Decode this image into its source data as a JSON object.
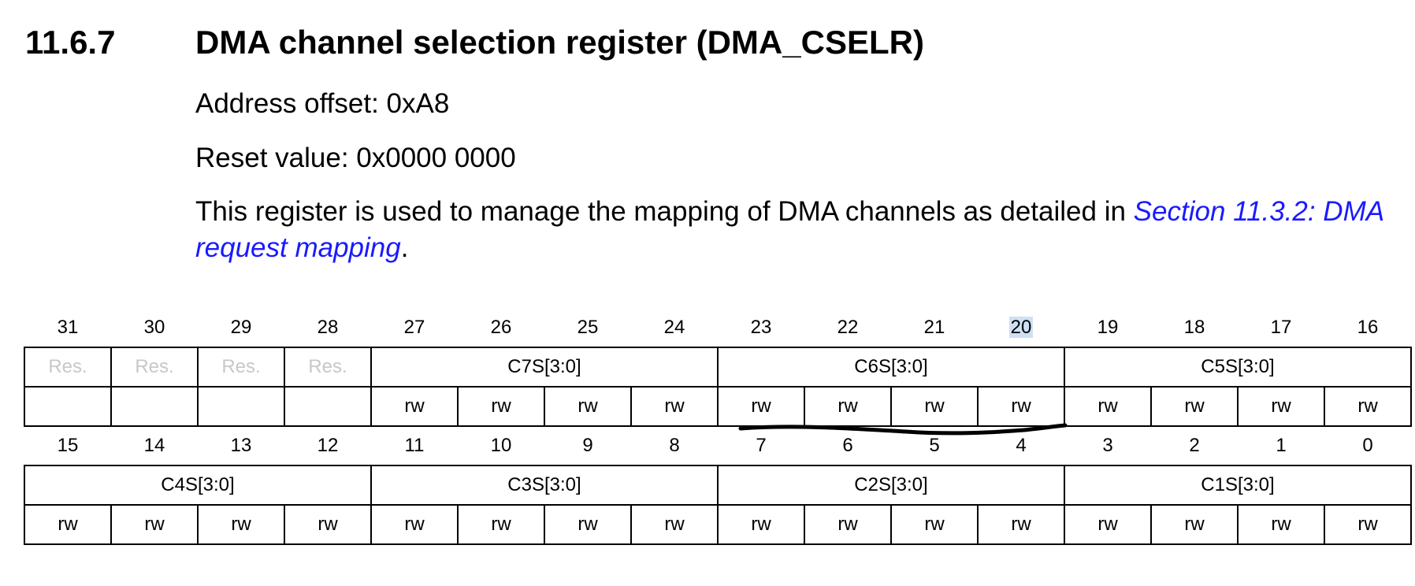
{
  "section": {
    "number": "11.6.7",
    "title": "DMA channel selection register (DMA_CSELR)"
  },
  "address_offset": "Address offset: 0xA8",
  "reset_value": "Reset value: 0x0000 0000",
  "description": {
    "text": "This register is used to manage the mapping of DMA channels as detailed in ",
    "link": "Section 11.3.2: DMA request mapping",
    "trailing": "."
  },
  "colors": {
    "link": "#1a1aff",
    "reserved_text": "#c8c8c8",
    "highlight": "#cfe0f5"
  },
  "highlighted_bit": "20",
  "register": {
    "upper": {
      "bits": [
        "31",
        "30",
        "29",
        "28",
        "27",
        "26",
        "25",
        "24",
        "23",
        "22",
        "21",
        "20",
        "19",
        "18",
        "17",
        "16"
      ],
      "fields": [
        {
          "label": "Res.",
          "span": 1,
          "reserved": true
        },
        {
          "label": "Res.",
          "span": 1,
          "reserved": true
        },
        {
          "label": "Res.",
          "span": 1,
          "reserved": true
        },
        {
          "label": "Res.",
          "span": 1,
          "reserved": true
        },
        {
          "label": "C7S[3:0]",
          "span": 4,
          "reserved": false
        },
        {
          "label": "C6S[3:0]",
          "span": 4,
          "reserved": false
        },
        {
          "label": "C5S[3:0]",
          "span": 4,
          "reserved": false
        }
      ],
      "access": [
        "",
        "",
        "",
        "",
        "rw",
        "rw",
        "rw",
        "rw",
        "rw",
        "rw",
        "rw",
        "rw",
        "rw",
        "rw",
        "rw",
        "rw"
      ]
    },
    "lower": {
      "bits": [
        "15",
        "14",
        "13",
        "12",
        "11",
        "10",
        "9",
        "8",
        "7",
        "6",
        "5",
        "4",
        "3",
        "2",
        "1",
        "0"
      ],
      "fields": [
        {
          "label": "C4S[3:0]",
          "span": 4,
          "reserved": false
        },
        {
          "label": "C3S[3:0]",
          "span": 4,
          "reserved": false
        },
        {
          "label": "C2S[3:0]",
          "span": 4,
          "reserved": false
        },
        {
          "label": "C1S[3:0]",
          "span": 4,
          "reserved": false
        }
      ],
      "access": [
        "rw",
        "rw",
        "rw",
        "rw",
        "rw",
        "rw",
        "rw",
        "rw",
        "rw",
        "rw",
        "rw",
        "rw",
        "rw",
        "rw",
        "rw",
        "rw"
      ]
    }
  }
}
